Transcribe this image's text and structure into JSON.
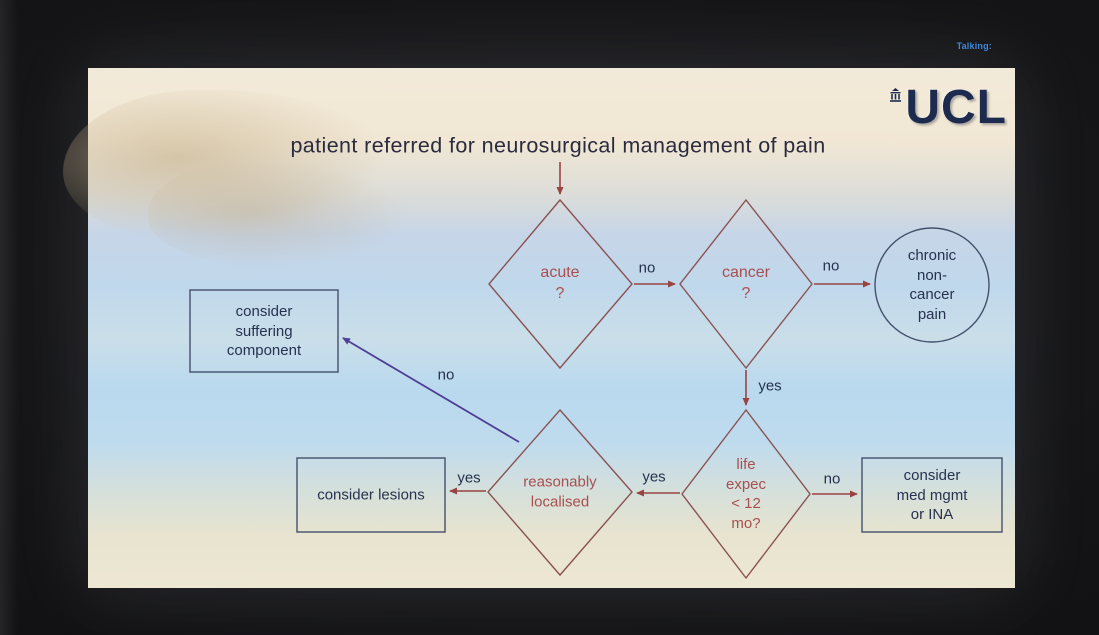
{
  "screen": {
    "talking_label": "Talking:"
  },
  "logo": {
    "text": "UCL"
  },
  "title": "patient referred for neurosurgical management of pain",
  "nodes": {
    "acute": {
      "line1": "acute",
      "line2": "?"
    },
    "cancer": {
      "line1": "cancer",
      "line2": "?"
    },
    "chronic": {
      "line1": "chronic",
      "line2": "non-",
      "line3": "cancer",
      "line4": "pain"
    },
    "life": {
      "line1": "life",
      "line2": "expec",
      "line3": "< 12",
      "line4": "mo?"
    },
    "localised": {
      "line1": "reasonably",
      "line2": "localised"
    },
    "lesions": {
      "line1": "consider lesions"
    },
    "med": {
      "line1": "consider",
      "line2": "med mgmt",
      "line3": "or INA"
    },
    "suffering": {
      "line1": "consider",
      "line2": "suffering",
      "line3": "component"
    }
  },
  "edges": {
    "acute_no": "no",
    "cancer_no": "no",
    "cancer_yes": "yes",
    "life_no": "no",
    "life_yes": "yes",
    "localised_yes": "yes",
    "localised_no": "no"
  },
  "colors": {
    "maroon_text": "#a84f4f",
    "navy_text": "#26324f",
    "arrow_maroon": "#9a4343",
    "arrow_purple": "#4f3f96",
    "diamond_stroke": "#8a5252",
    "box_stroke": "#44506b",
    "logo_navy": "#1d2b4e",
    "talking_blue": "#3b86d8"
  }
}
